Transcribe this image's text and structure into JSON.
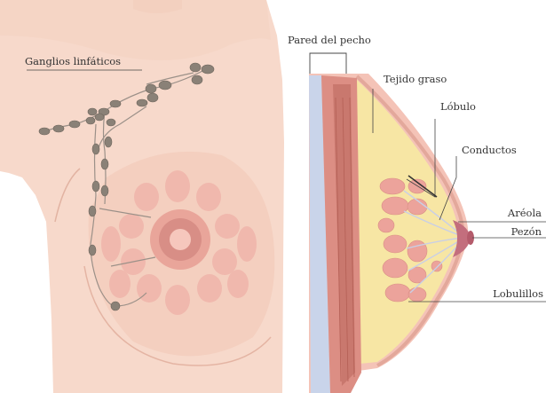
{
  "labels": {
    "lymph_nodes": "Ganglios linfáticos",
    "chest_wall": "Pared del pecho",
    "fatty_tissue": "Tejido graso",
    "lobe": "Lóbulo",
    "ducts": "Conductos",
    "areola": "Aréola",
    "nipple": "Pezón",
    "lobules": "Lobulillos"
  },
  "colors": {
    "skin": "#f7d9cb",
    "skin_shadow": "#efc3b2",
    "lobe_pink": "#f0b5ab",
    "lobe_dark": "#e49a90",
    "areola": "#d88e86",
    "node_gray": "#8a8177",
    "fat_yellow": "#f7e6a4",
    "muscle_red": "#dc8e84",
    "rib_blue": "#c9d4ea",
    "leader_line": "#444444"
  }
}
